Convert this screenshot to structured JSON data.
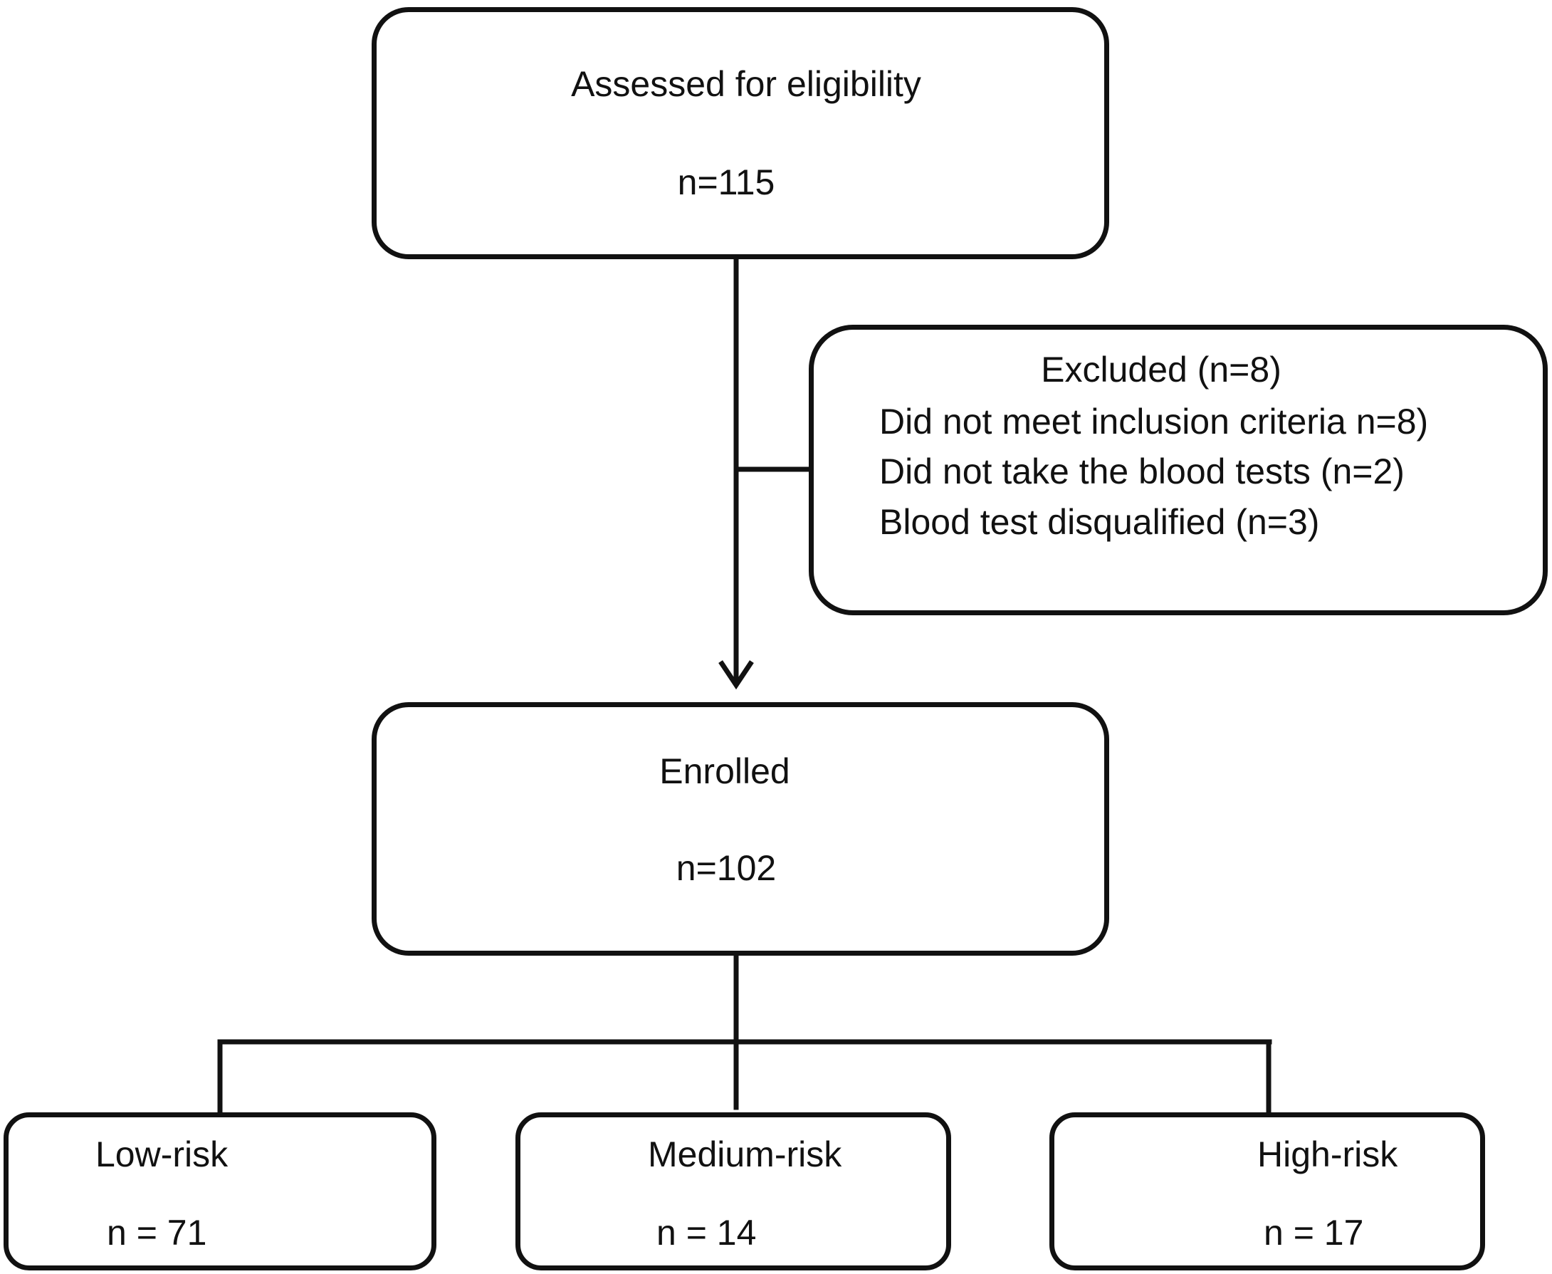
{
  "assessed": {
    "label": "Assessed for eligibility",
    "count": "n=115"
  },
  "excluded": {
    "title": "Excluded (n=8)",
    "reasons": [
      "Did not meet inclusion criteria n=8)",
      "Did not take the blood tests (n=2)",
      "Blood test disqualified (n=3)"
    ]
  },
  "enrolled": {
    "label": "Enrolled",
    "count": "n=102"
  },
  "groups": [
    {
      "label": "Low-risk",
      "count": "n = 71"
    },
    {
      "label": "Medium-risk",
      "count": "n = 14"
    },
    {
      "label": "High-risk",
      "count": "n = 17"
    }
  ]
}
